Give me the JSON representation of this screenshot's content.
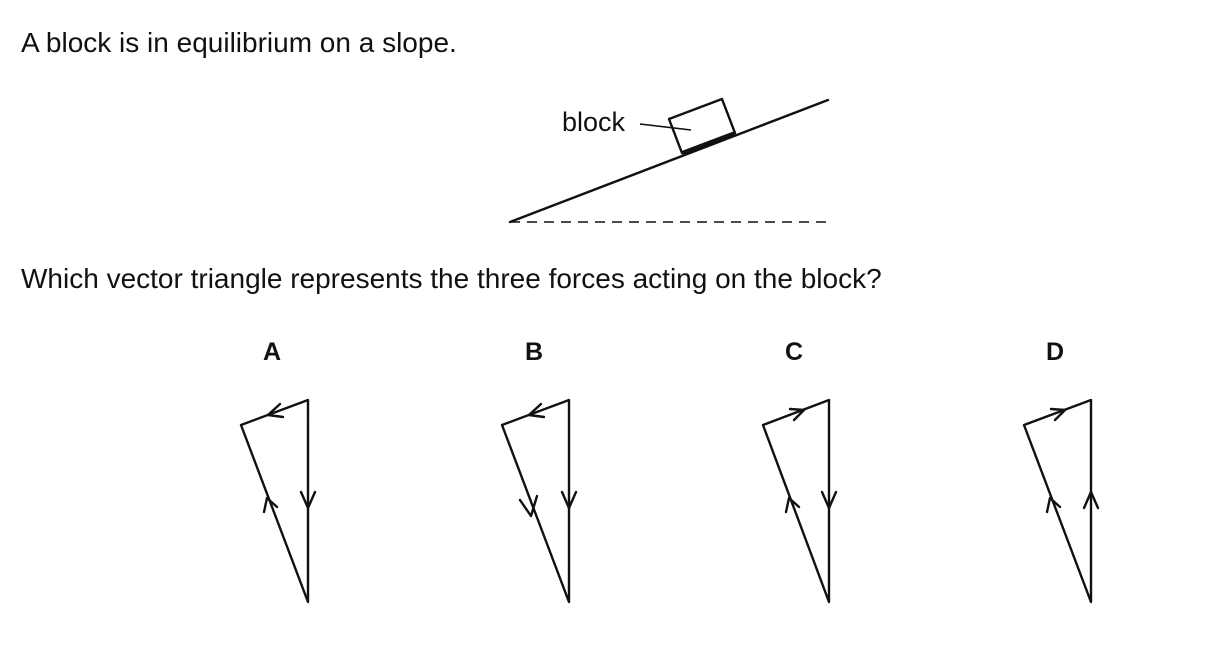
{
  "question": {
    "stem": "A block is in equilibrium on a slope.",
    "prompt": "Which vector triangle represents the three forces acting on the block?"
  },
  "diagram": {
    "block_label": "block"
  },
  "options": [
    {
      "label": "A"
    },
    {
      "label": "B"
    },
    {
      "label": "C"
    },
    {
      "label": "D"
    }
  ],
  "colors": {
    "ink": "#111111",
    "background": "#ffffff"
  }
}
